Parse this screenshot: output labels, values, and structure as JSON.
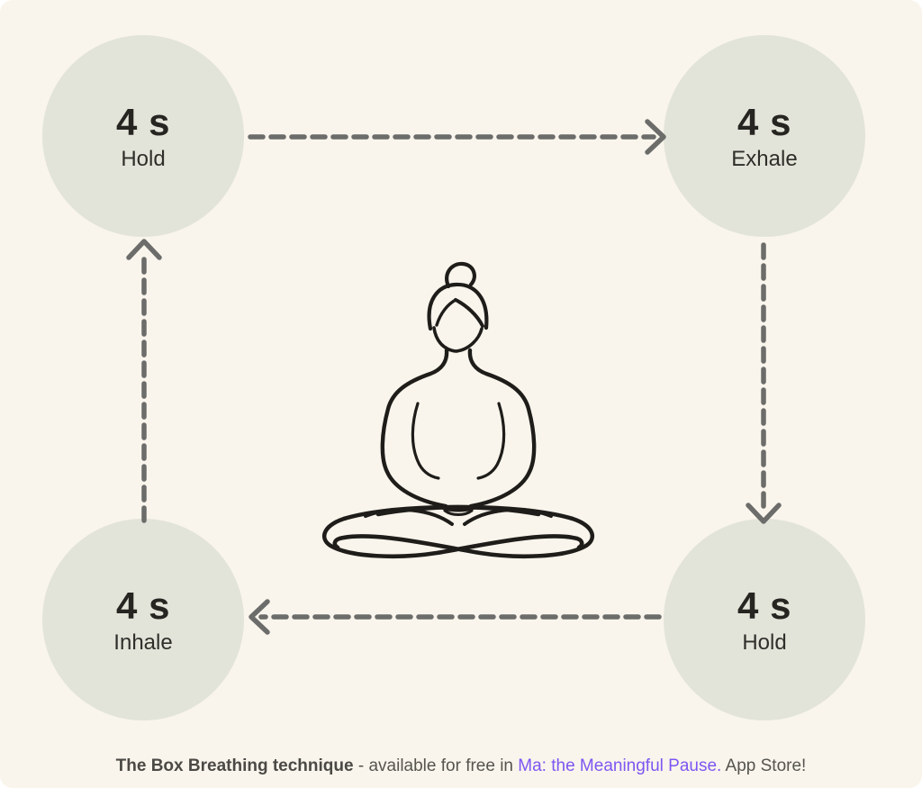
{
  "app": {
    "background_color": "#f9f5ec",
    "node_fill_color": "#e3e4d9",
    "arrow_color": "#6c6c6a"
  },
  "diagram": {
    "nodes": [
      {
        "position": "top-left",
        "duration": "4 s",
        "label": "Hold"
      },
      {
        "position": "top-right",
        "duration": "4 s",
        "label": "Exhale"
      },
      {
        "position": "bottom-right",
        "duration": "4 s",
        "label": "Hold"
      },
      {
        "position": "bottom-left",
        "duration": "4 s",
        "label": "Inhale"
      }
    ],
    "center_illustration": "meditating-person-line-art"
  },
  "caption": {
    "bold_text": "The Box Breathing technique",
    "plain_text_1": " - available for free in ",
    "link_text": "Ma: the Meaningful Pause.",
    "plain_text_2": " App Store!",
    "link_color": "#7e56f2"
  }
}
